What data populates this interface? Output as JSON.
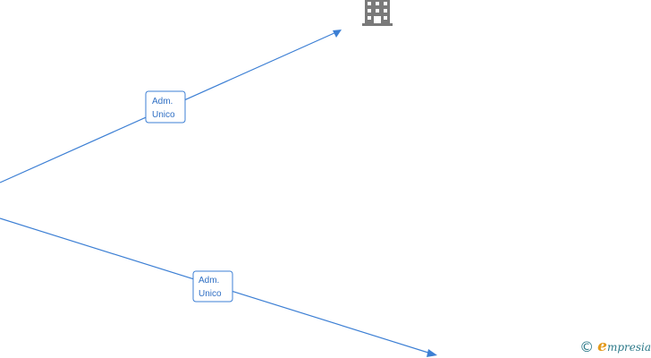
{
  "colors": {
    "edge": "#3c7fd4",
    "label_text": "#2f6fc4",
    "building_icon": "#7a7a7a",
    "brand_teal": "#2d7a8a",
    "brand_orange": "#e39a1c"
  },
  "nodes": [
    {
      "id": "company-node",
      "icon": "building-icon"
    }
  ],
  "edges": [
    {
      "id": "edge-upper",
      "label_line1": "Adm.",
      "label_line2": "Unico"
    },
    {
      "id": "edge-lower",
      "label_line1": "Adm.",
      "label_line2": "Unico"
    }
  ],
  "footer": {
    "copyright_symbol": "©",
    "brand_initial": "e",
    "brand_rest": "mpresia"
  }
}
